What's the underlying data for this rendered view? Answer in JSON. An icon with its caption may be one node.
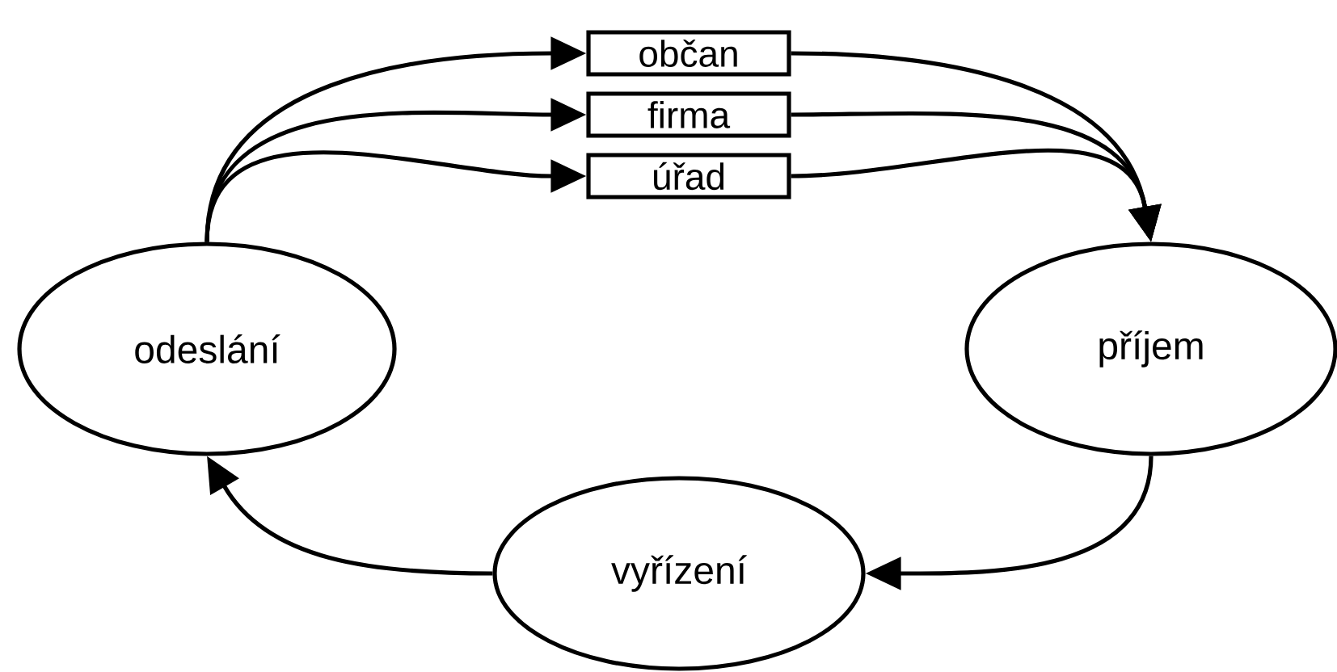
{
  "diagram": {
    "nodes": [
      {
        "text": [
          "odeslání"
        ]
      },
      {
        "text": [
          "příjem"
        ]
      },
      {
        "text": [
          "vyřízení"
        ]
      },
      {
        "text": [
          "občan"
        ]
      },
      {
        "text": [
          "firma"
        ]
      },
      {
        "text": [
          "úřad"
        ]
      }
    ],
    "edges": [
      {
        "from": 0,
        "to": 3,
        "arrow": "to"
      },
      {
        "from": 0,
        "to": 4,
        "arrow": "to"
      },
      {
        "from": 0,
        "to": 5,
        "arrow": "to"
      },
      {
        "from": 3,
        "to": 1,
        "arrow": "to"
      },
      {
        "from": 4,
        "to": 1,
        "arrow": "to"
      },
      {
        "from": 5,
        "to": 1,
        "arrow": "to"
      },
      {
        "from": 1,
        "to": 2,
        "arrow": "to"
      },
      {
        "from": 2,
        "to": 0,
        "arrow": "to"
      }
    ]
  }
}
